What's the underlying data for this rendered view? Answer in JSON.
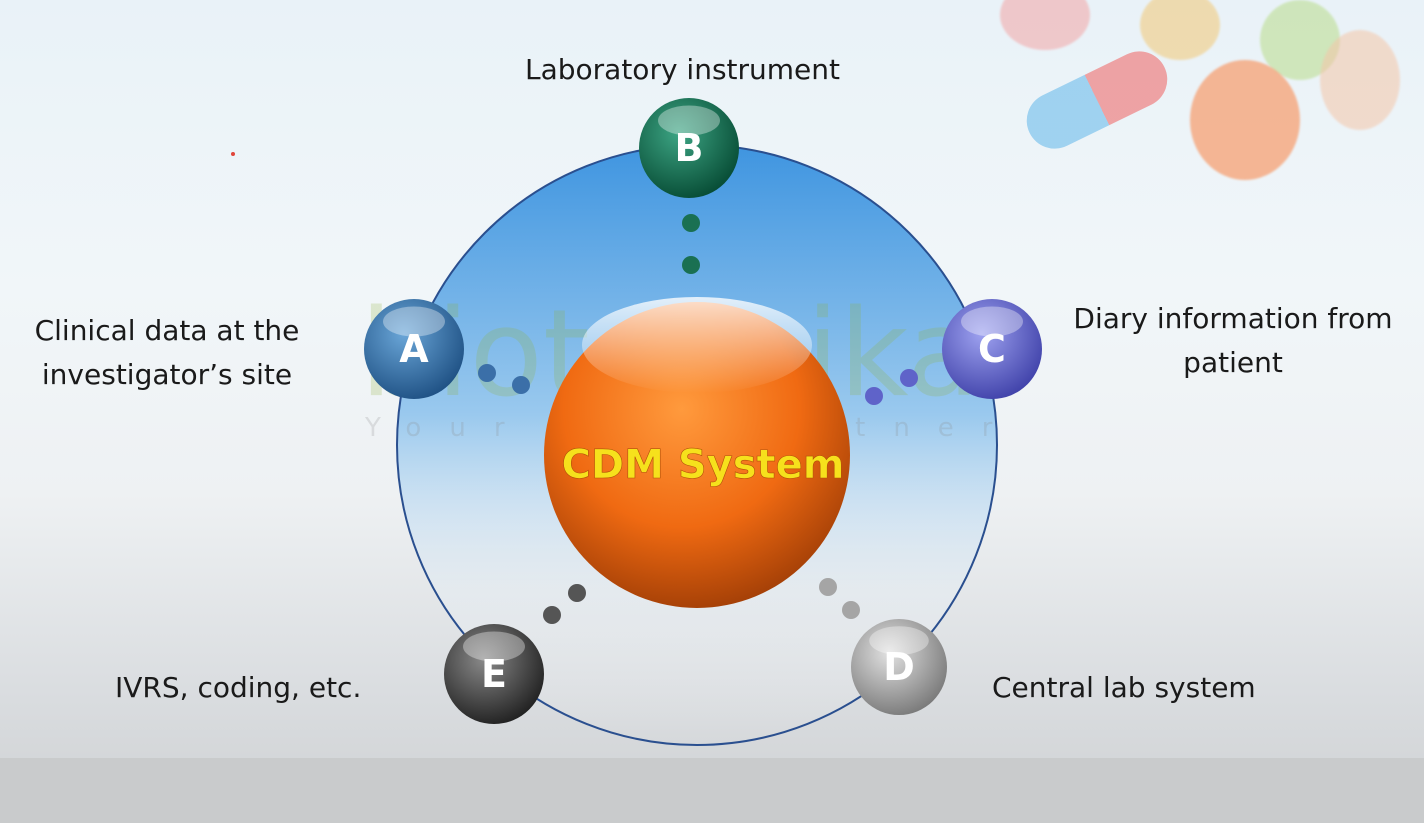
{
  "center": {
    "label": "CDM System"
  },
  "nodes": [
    {
      "letter": "B",
      "label": "Laboratory instrument",
      "color": "#0e6b4b"
    },
    {
      "letter": "A",
      "label": "Clinical data at the investigator’s site",
      "label_lines": [
        "Clinical data at the",
        "investigator’s site"
      ],
      "color": "#2f6fa8"
    },
    {
      "letter": "C",
      "label": "Diary information from patient",
      "label_lines": [
        "Diary information from",
        "patient"
      ],
      "color": "#5f63c9"
    },
    {
      "letter": "D",
      "label": "Central lab system",
      "color": "#9a9a9a"
    },
    {
      "letter": "E",
      "label": "IVRS, coding, etc.",
      "color": "#3d3d3d"
    }
  ],
  "watermark": {
    "text": "biotecnika",
    "tagline": "Your Bio Partner"
  },
  "colors": {
    "outer_ring": "#5aa8e6",
    "center_sphere": "#f06a12",
    "center_text": "#f6e11c"
  }
}
